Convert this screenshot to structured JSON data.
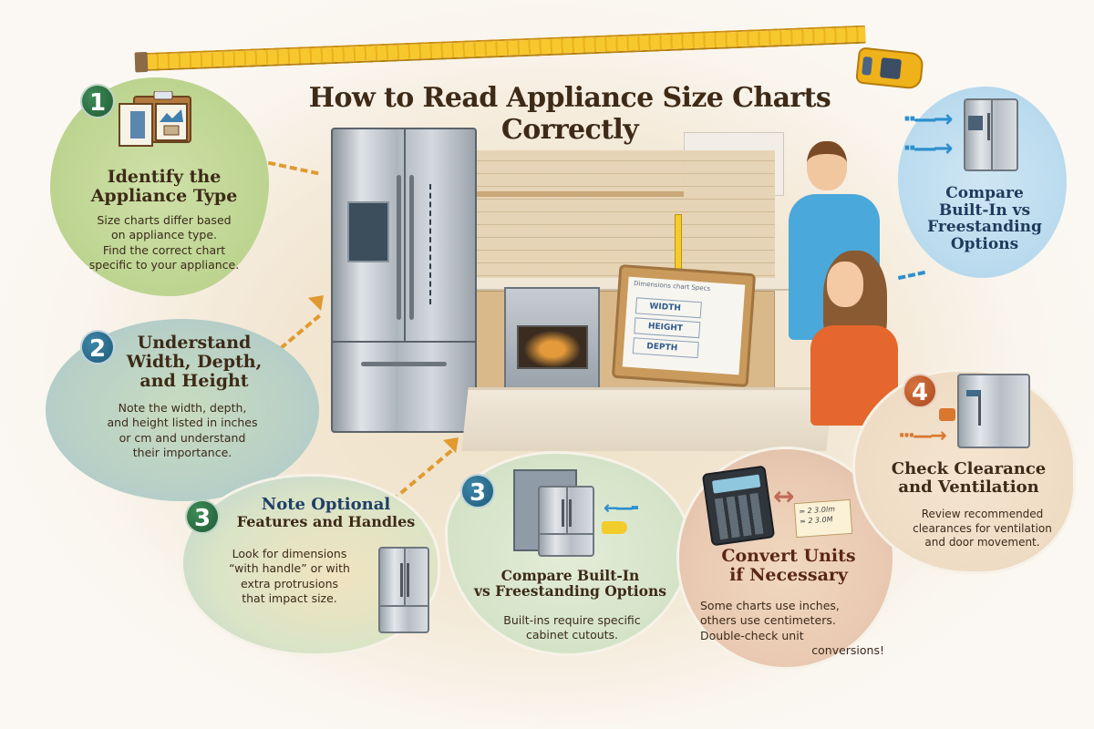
{
  "title": "How to Read Appliance Size Charts Correctly",
  "colors": {
    "title_text": "#3d2a17",
    "badge_green": "#2a6d41",
    "badge_teal": "#24678a",
    "badge_orange": "#c05a2a",
    "tape_yellow": "#f7c72e",
    "blue_arrow": "#2c8fcf",
    "orange_arrow": "#e09a30"
  },
  "steps": [
    {
      "number": "1",
      "title_line1": "Identify the",
      "title_line2": "Appliance Type",
      "text_lines": [
        "Size charts differ based",
        "on appliance type.",
        "Find the correct chart",
        "specific to your appliance."
      ],
      "icon": "clipboard-documents-icon"
    },
    {
      "number": "2",
      "title_line1": "Understand",
      "title_line2": "Width, Depth,",
      "title_line3": "and Height",
      "text_lines": [
        "Note the width, depth,",
        "and height listed in inches",
        "or cm and understand",
        "their importance."
      ]
    },
    {
      "number": "3",
      "title_line1": "Note Optional",
      "title_line2": "Features and Handles",
      "text_lines": [
        "Look for dimensions",
        "“with handle” or with",
        "extra protrusions",
        "that impact size."
      ],
      "icon": "french-door-fridge-icon"
    },
    {
      "number": "3",
      "title_line1": "Compare Built-In",
      "title_line2": "vs Freestanding Options",
      "text_lines": [
        "Built-ins require specific",
        "cabinet cutouts."
      ],
      "icon": "built-in-fridge-icon"
    },
    {
      "number": "",
      "title_line1": "Convert Units",
      "title_line2": "if Necessary",
      "text_lines": [
        "Some charts use inches,",
        "others use centimeters.",
        "Double-check unit",
        "conversions!"
      ],
      "icon": "calculator-icon",
      "note_lines": [
        "= 2 3.0lm",
        "= 2 3.0M"
      ]
    },
    {
      "number": "4",
      "title_line1": "Check Clearance",
      "title_line2": "and Ventilation",
      "text_lines": [
        "Review recommended",
        "clearances for ventilation",
        "and door movement."
      ],
      "icon": "fridge-clearance-icon"
    },
    {
      "number": "",
      "title_line1": "Compare",
      "title_line2": "Built-In vs",
      "title_line3": "Freestanding",
      "title_line4": "Options",
      "icon": "side-by-side-fridge-icon"
    }
  ],
  "scene": {
    "clipboard_header": "Dimensions  chart  Specs",
    "clipboard_rows": [
      "WIDTH",
      "HEIGHT",
      "DEPTH"
    ]
  }
}
